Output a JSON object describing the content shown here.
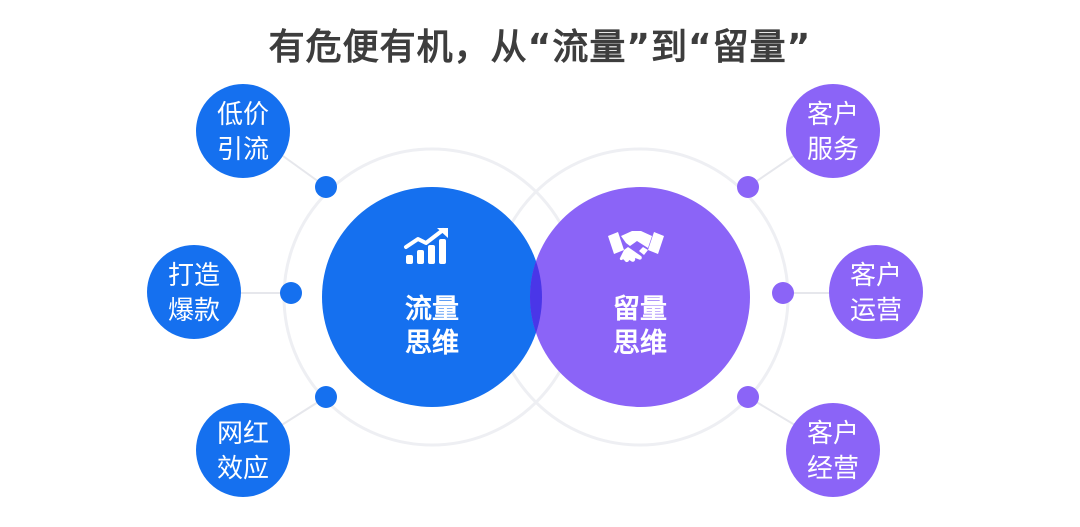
{
  "title": "有危便有机，从“流量”到“留量”",
  "colors": {
    "blue": "#1570ef",
    "purple": "#8b64f7",
    "overlap": "#4a36e8",
    "ring": "#eeeff3",
    "connector": "#e6e7ec"
  },
  "left_circle": {
    "icon": "growth-chart-icon",
    "line1": "流量",
    "line2": "思维"
  },
  "right_circle": {
    "icon": "handshake-icon",
    "line1": "留量",
    "line2": "思维"
  },
  "left_nodes": [
    {
      "line1": "低价",
      "line2": "引流"
    },
    {
      "line1": "打造",
      "line2": "爆款"
    },
    {
      "line1": "网红",
      "line2": "效应"
    }
  ],
  "right_nodes": [
    {
      "line1": "客户",
      "line2": "服务"
    },
    {
      "line1": "客户",
      "line2": "运营"
    },
    {
      "line1": "客户",
      "line2": "经营"
    }
  ]
}
